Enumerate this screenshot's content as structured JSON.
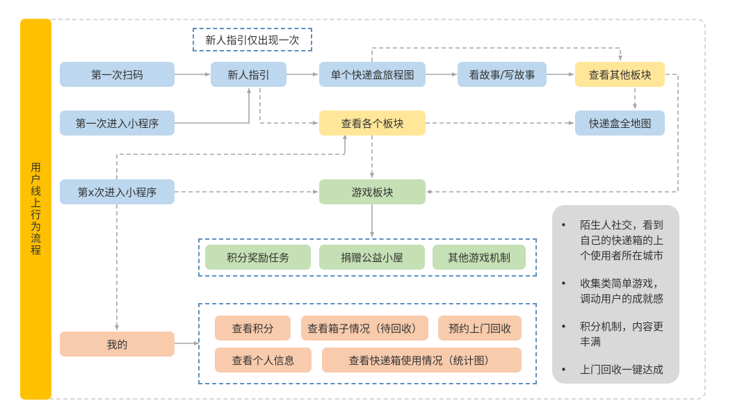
{
  "sidebar": {
    "title": "用户线上行为流程"
  },
  "note": {
    "text": "新人指引仅出现一次"
  },
  "nodes": {
    "first_scan": "第一次扫码",
    "first_enter": "第一次进入小程序",
    "nth_enter": "第x次进入小程序",
    "newbie_guide": "新人指引",
    "single_journey": "单个快递盒旅程图",
    "story": "看故事/写故事",
    "other_sections": "查看其他板块",
    "view_sections": "查看各个板块",
    "full_map": "快递盒全地图",
    "game_section": "游戏板块",
    "mine": "我的"
  },
  "game_group": [
    "积分奖励任务",
    "捐赠公益小屋",
    "其他游戏机制"
  ],
  "mine_group": {
    "row1": [
      "查看积分",
      "查看箱子情况（待回收）",
      "预约上门回收"
    ],
    "row2": [
      "查看个人信息",
      "查看快递箱使用情况（统计图）"
    ]
  },
  "info": {
    "bullet": "•",
    "items": [
      "陌生人社交，看到自己的快递箱的上个使用者所在城市",
      "收集类简单游戏，调动用户的成就感",
      "积分机制，内容更丰满",
      "上门回收一键达成"
    ]
  },
  "colors": {
    "sidebar": "#ffc000",
    "blue_node": "#bdd7ee",
    "yellow_node": "#ffe699",
    "green_node": "#c5e0b4",
    "orange_node": "#f8cbad",
    "group_border": "#5b8fbf",
    "connector": "#a6a6a6"
  }
}
